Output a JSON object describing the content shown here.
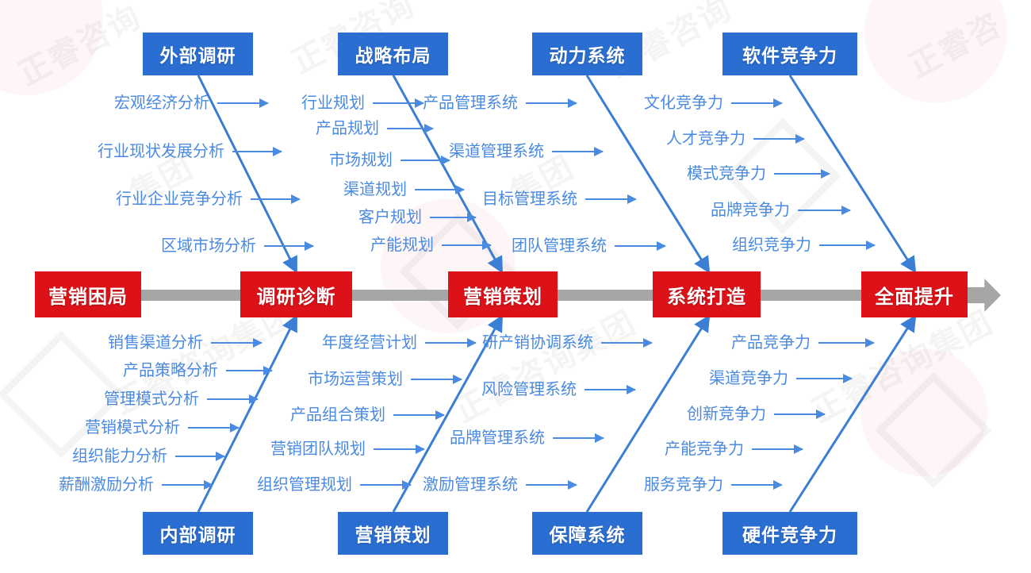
{
  "diagram": {
    "type": "fishbone",
    "title_sequence": [
      "营销困局",
      "调研诊断",
      "营销策划",
      "系统打造",
      "全面提升"
    ],
    "colors": {
      "node": "#dd1219",
      "category": "#2a6ed1",
      "text": "#4a8ae0",
      "spine": "#a6a6a6"
    }
  },
  "spine": {
    "nodes": [
      {
        "label": "营销困局"
      },
      {
        "label": "调研诊断"
      },
      {
        "label": "营销策划"
      },
      {
        "label": "系统打造"
      },
      {
        "label": "全面提升"
      }
    ]
  },
  "top_branches": [
    {
      "category": "外部调研",
      "items": [
        "宏观经济分析",
        "行业现状发展分析",
        "行业企业竞争分析",
        "区域市场分析"
      ]
    },
    {
      "category": "战略布局",
      "items": [
        "行业规划",
        "产品规划",
        "市场规划",
        "渠道规划",
        "客户规划",
        "产能规划"
      ]
    },
    {
      "category": "动力系统",
      "items": [
        "产品管理系统",
        "渠道管理系统",
        "目标管理系统",
        "团队管理系统"
      ]
    },
    {
      "category": "软件竞争力",
      "items": [
        "文化竞争力",
        "人才竞争力",
        "模式竞争力",
        "品牌竞争力",
        "组织竞争力"
      ]
    }
  ],
  "bottom_branches": [
    {
      "category": "内部调研",
      "items": [
        "销售渠道分析",
        "产品策略分析",
        "管理模式分析",
        "营销模式分析",
        "组织能力分析",
        "薪酬激励分析"
      ]
    },
    {
      "category": "营销策划",
      "items": [
        "年度经营计划",
        "市场运营策划",
        "产品组合策划",
        "营销团队规划",
        "组织管理规划"
      ]
    },
    {
      "category": "保障系统",
      "items": [
        "研产销协调系统",
        "风险管理系统",
        "品牌管理系统",
        "激励管理系统"
      ]
    },
    {
      "category": "硬件竞争力",
      "items": [
        "产品竞争力",
        "渠道竞争力",
        "创新竞争力",
        "产能竞争力",
        "服务竞争力"
      ]
    }
  ]
}
